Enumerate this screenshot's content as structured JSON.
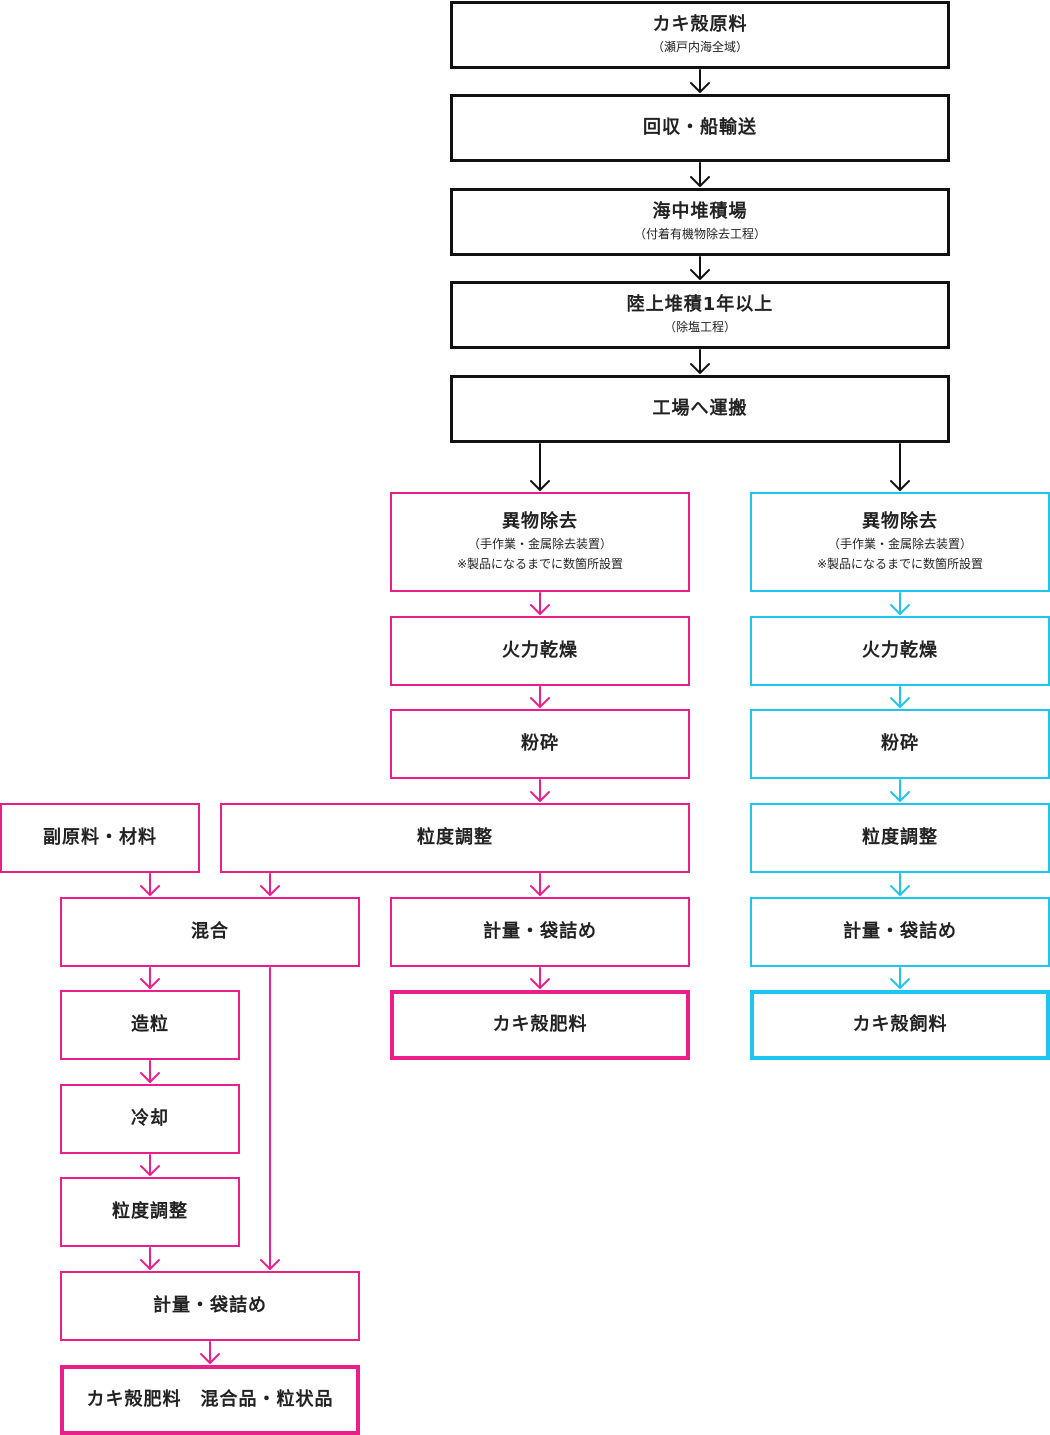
{
  "colors": {
    "black": "#111111",
    "pink": "#ec1e8c",
    "blue": "#1ec5ee"
  },
  "top_chain": {
    "raw_material": {
      "title": "カキ殻原料",
      "sub": "（瀬戸内海全域）"
    },
    "collection": {
      "title": "回収・船輸送"
    },
    "sea_storage": {
      "title": "海中堆積場",
      "sub": "（付着有機物除去工程）"
    },
    "land_storage": {
      "title": "陸上堆積1年以上",
      "sub": "（除塩工程）"
    },
    "transport": {
      "title": "工場へ運搬"
    }
  },
  "fertilizer_line": {
    "foreign_removal": {
      "title": "異物除去",
      "sub1": "（手作業・金属除去装置）",
      "sub2": "※製品になるまでに数箇所設置"
    },
    "drying": {
      "title": "火力乾燥"
    },
    "crushing": {
      "title": "粉砕"
    },
    "grading": {
      "title": "粒度調整"
    },
    "sub_material": {
      "title": "副原料・材料"
    },
    "packing": {
      "title": "計量・袋詰め"
    },
    "product": {
      "title": "カキ殻肥料"
    }
  },
  "mixed_line": {
    "mixing": {
      "title": "混合"
    },
    "granulation": {
      "title": "造粒"
    },
    "cooling": {
      "title": "冷却"
    },
    "grading": {
      "title": "粒度調整"
    },
    "packing": {
      "title": "計量・袋詰め"
    },
    "product": {
      "title": "カキ殻肥料　混合品・粒状品"
    }
  },
  "feed_line": {
    "foreign_removal": {
      "title": "異物除去",
      "sub1": "（手作業・金属除去装置）",
      "sub2": "※製品になるまでに数箇所設置"
    },
    "drying": {
      "title": "火力乾燥"
    },
    "crushing": {
      "title": "粉砕"
    },
    "grading": {
      "title": "粒度調整"
    },
    "packing": {
      "title": "計量・袋詰め"
    },
    "product": {
      "title": "カキ殻飼料"
    }
  }
}
